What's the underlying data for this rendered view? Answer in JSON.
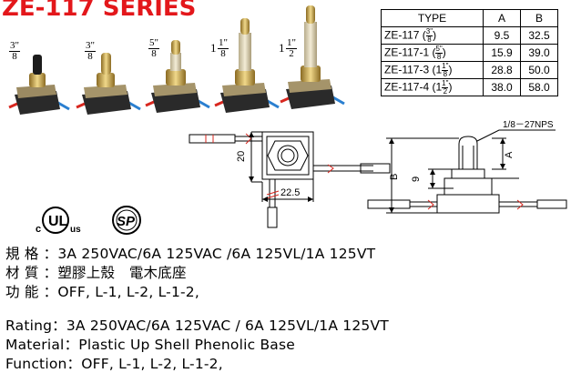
{
  "title": "ZE-117 SERIES",
  "size_labels": [
    {
      "whole": "",
      "num": "3\"",
      "den": "8"
    },
    {
      "whole": "",
      "num": "3\"",
      "den": "8"
    },
    {
      "whole": "",
      "num": "5\"",
      "den": "8"
    },
    {
      "whole": "1",
      "num": "1\"",
      "den": "8"
    },
    {
      "whole": "1",
      "num": "1\"",
      "den": "2"
    }
  ],
  "table": {
    "headers": [
      "TYPE",
      "A",
      "B"
    ],
    "rows": [
      {
        "type": "ZE-117 (",
        "fnum": "3\"",
        "fden": "8",
        "whole": "",
        "tail": ")",
        "a": "9.5",
        "b": "32.5"
      },
      {
        "type": "ZE-117-1 (",
        "fnum": "5\"",
        "fden": "8",
        "whole": "",
        "tail": ")",
        "a": "15.9",
        "b": "39.0"
      },
      {
        "type": "ZE-117-3 (",
        "fnum": "1\"",
        "fden": "8",
        "whole": "1",
        "tail": ")",
        "a": "28.8",
        "b": "50.0"
      },
      {
        "type": "ZE-117-4 (",
        "fnum": "1\"",
        "fden": "2",
        "whole": "1",
        "tail": ")",
        "a": "38.0",
        "b": "58.0"
      }
    ]
  },
  "drawing": {
    "dim_20": "20",
    "dim_22_5": "22.5",
    "dim_9": "9",
    "dim_b": "B",
    "dim_a": "A",
    "thread": "1/8－27NPS"
  },
  "certs": {
    "ul_c": "c",
    "ul_us": "us",
    "csa": "SP"
  },
  "colors": {
    "title": "#e3171b",
    "red_wire": "#d8271f",
    "blue_wire": "#2a7fd0",
    "brass": "#c9a24a"
  },
  "chinese": {
    "rating_label": "規 格 ：",
    "rating_value": "3A 250VAC/6A 125VAC /6A 125VL/1A 125VT",
    "material_label": "材 質 ：",
    "material_value": "塑膠上殼　電木底座",
    "function_label": "功 能 ：",
    "function_value": "OFF, L-1,  L-2,  L-1-2,"
  },
  "english": {
    "rating_label": "Rating：",
    "rating_value": "3A 250VAC/6A 125VAC / 6A 125VL/1A 125VT",
    "material_label": "Material：",
    "material_value": "Plastic Up Shell  Phenolic Base",
    "function_label": "Function：",
    "function_value": "OFF, L-1,  L-2,  L-1-2,"
  }
}
